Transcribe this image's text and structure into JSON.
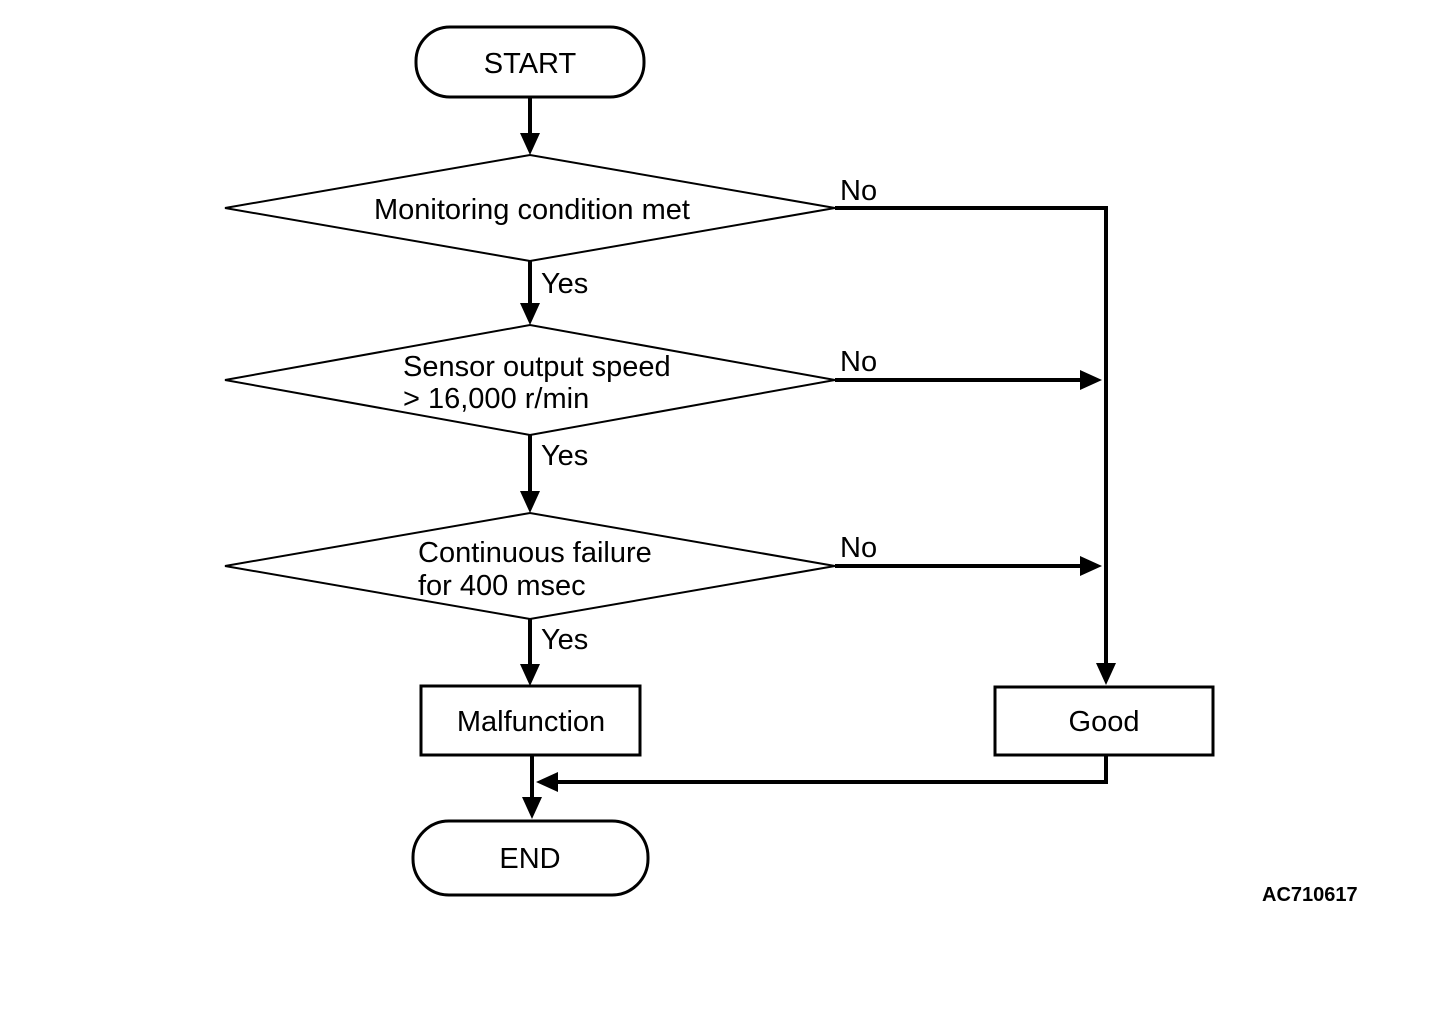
{
  "figure_code": "AC710617",
  "colors": {
    "line": "#000000",
    "background": "#ffffff",
    "text": "#000000"
  },
  "flowchart": {
    "nodes": {
      "start": {
        "type": "terminator",
        "label": "START"
      },
      "monitoring": {
        "type": "decision",
        "label": "Monitoring condition met"
      },
      "sensor_speed": {
        "type": "decision",
        "label_line1": "Sensor output speed",
        "label_line2": "> 16,000 r/min"
      },
      "continuous_failure": {
        "type": "decision",
        "label_line1": "Continuous failure",
        "label_line2": "for 400 msec"
      },
      "malfunction": {
        "type": "process",
        "label": "Malfunction"
      },
      "good": {
        "type": "process",
        "label": "Good"
      },
      "end": {
        "type": "terminator",
        "label": "END"
      }
    },
    "edge_labels": {
      "monitoring_yes": "Yes",
      "monitoring_no": "No",
      "sensor_yes": "Yes",
      "sensor_no": "No",
      "failure_yes": "Yes",
      "failure_no": "No"
    }
  }
}
